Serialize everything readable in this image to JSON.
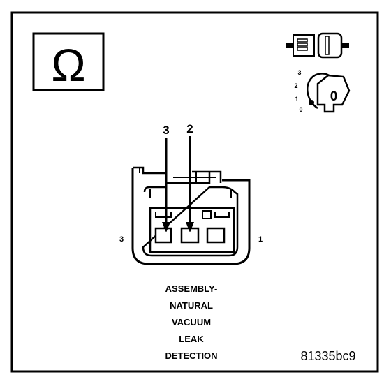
{
  "symbols": {
    "ohm_glyph": "Ω",
    "ignition_positions": [
      "3",
      "2",
      "1",
      "0"
    ],
    "key_glyph": "0"
  },
  "pins": {
    "probe_a": "3",
    "probe_b": "2",
    "side_left": "3",
    "side_right": "1"
  },
  "component": {
    "line1": "ASSEMBLY-",
    "line2": "NATURAL",
    "line3": "VACUUM",
    "line4": "LEAK",
    "line5": "DETECTION"
  },
  "figure_id": "81335bc9"
}
